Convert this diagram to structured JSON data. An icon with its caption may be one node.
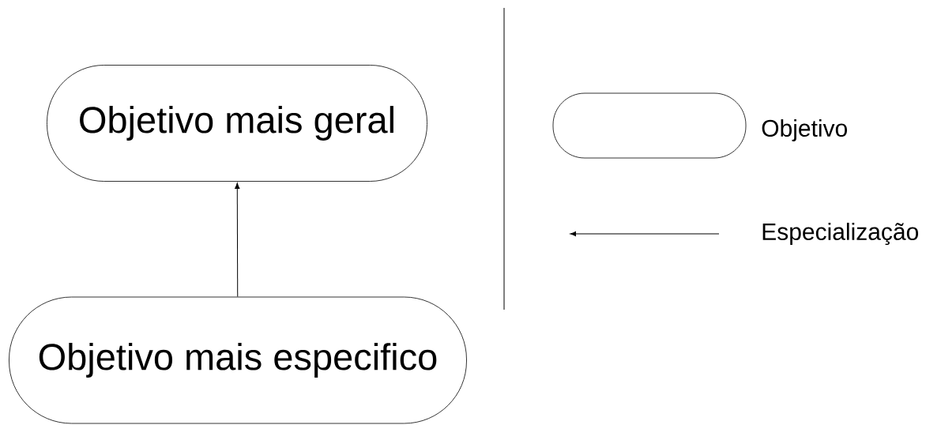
{
  "diagram": {
    "nodes": [
      {
        "text": [
          "Objetivo mais geral"
        ]
      },
      {
        "text": [
          "Objetivo mais especifico"
        ]
      }
    ],
    "edges": [
      {
        "from": 1,
        "to": 0,
        "arrow": "to"
      }
    ],
    "legend": [
      {
        "text": "Objetivo"
      },
      {
        "text": "Especialização"
      }
    ]
  }
}
